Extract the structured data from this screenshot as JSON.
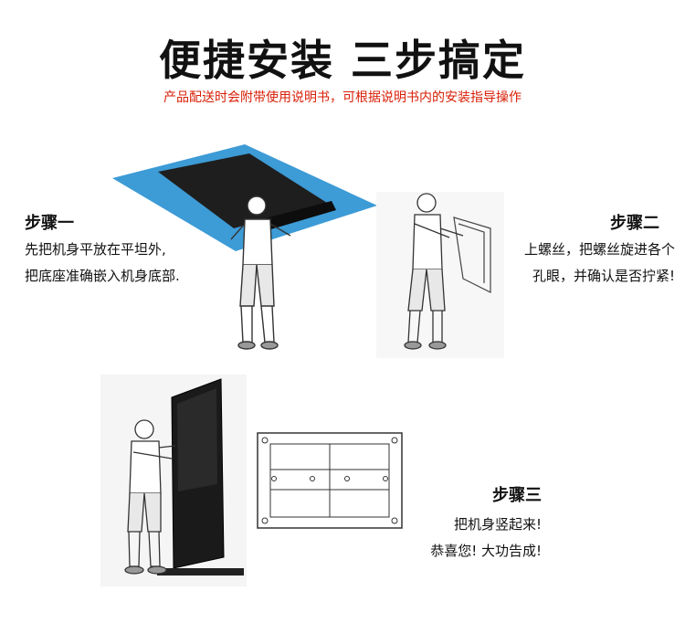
{
  "header": {
    "title": "便捷安装 三步搞定",
    "subtitle": "产品配送时会附带使用说明书，可根据说明书内的安装指导操作"
  },
  "steps": [
    {
      "title": "步骤一",
      "lines": [
        "先把机身平放在平坦外,",
        "把底座准确嵌入机身底部."
      ]
    },
    {
      "title": "步骤二",
      "lines": [
        "上螺丝，把螺丝旋进各个",
        "孔眼，并确认是否拧紧!"
      ]
    },
    {
      "title": "步骤三",
      "lines": [
        "把机身竖起来!",
        "恭喜您! 大功告成!"
      ]
    }
  ],
  "colors": {
    "accent_red": "#d81e06",
    "mat_blue": "#3d9bd6",
    "screen_black": "#1a1a1a"
  }
}
